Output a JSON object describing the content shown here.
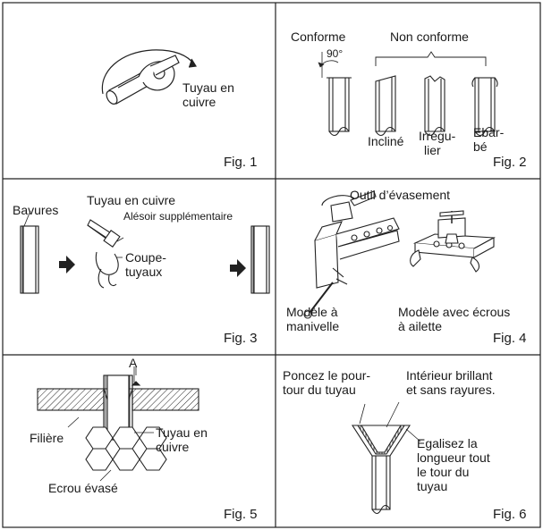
{
  "panels": {
    "p1": {
      "label_pipe_l1": "Tuyau en",
      "label_pipe_l2": "cuivre",
      "fig": "Fig. 1"
    },
    "p2": {
      "label_ok": "Conforme",
      "label_nok": "Non conforme",
      "angle": "90°",
      "label_inclined": "Incliné",
      "label_irreg_l1": "Irrégu-",
      "label_irreg_l2": "lier",
      "label_burr_l1": "Ebar-",
      "label_burr_l2": "bé",
      "fig": "Fig. 2"
    },
    "p3": {
      "label_burrs": "Bavures",
      "label_pipe": "Tuyau en cuivre",
      "label_reamer": "Alésoir supplémentaire",
      "label_cutter_l1": "Coupe-",
      "label_cutter_l2": "tuyaux",
      "fig": "Fig. 3"
    },
    "p4": {
      "title": "Outil d’évasement",
      "label_crank_l1": "Modèle à",
      "label_crank_l2": "manivelle",
      "label_wing_l1": "Modèle avec écrous",
      "label_wing_l2": "à ailette",
      "fig": "Fig. 4"
    },
    "p5": {
      "label_a": "A",
      "label_die": "Filière",
      "label_pipe_l1": "Tuyau en",
      "label_pipe_l2": "cuivre",
      "label_nut": "Ecrou évasé",
      "fig": "Fig. 5"
    },
    "p6": {
      "label_polish_l1": "Poncez le pour-",
      "label_polish_l2": "tour du tuyau",
      "label_inside_l1": "Intérieur brillant",
      "label_inside_l2": "et sans rayures.",
      "label_even_l1": "Egalisez la",
      "label_even_l2": "longueur tout",
      "label_even_l3": "le tour du",
      "label_even_l4": "tuyau",
      "fig": "Fig. 6"
    }
  }
}
